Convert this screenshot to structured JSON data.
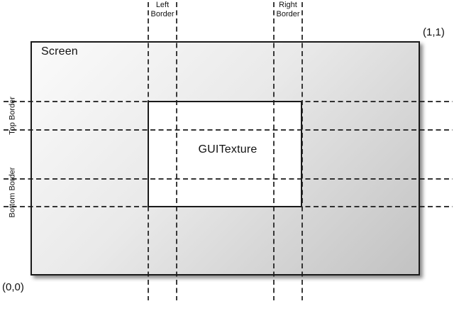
{
  "diagram": {
    "screen_label": "Screen",
    "texture_label": "GUITexture",
    "corner_labels": {
      "top_right": "(1,1)",
      "bottom_left": "(0,0)"
    },
    "border_labels": {
      "left": {
        "line1": "Left",
        "line2": "Border"
      },
      "right": {
        "line1": "Right",
        "line2": "Border"
      },
      "top": {
        "line1": "Top",
        "line2": "Border"
      },
      "bottom": {
        "line1": "Bottom",
        "line2": "Border"
      }
    },
    "colors": {
      "screen_gradient_start": "#fbfbfb",
      "screen_gradient_end": "#c2c2c2",
      "texture_fill": "#ffffff",
      "line_color": "#1a1a1a"
    }
  }
}
